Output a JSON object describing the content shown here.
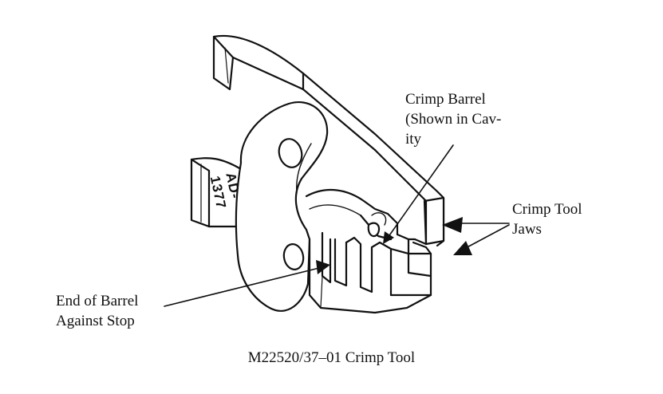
{
  "callouts": {
    "crimp_barrel": [
      "Crimp Barrel",
      "(Shown in Cav-",
      "ity"
    ],
    "jaws": [
      "Crimp Tool",
      "Jaws"
    ],
    "barrel_stop": [
      "End of Barrel",
      "Against Stop"
    ]
  },
  "part_marking": "AD-1377",
  "caption": "M22520/37–01 Crimp Tool",
  "colors": {
    "line": "#111111",
    "background": "#ffffff"
  }
}
